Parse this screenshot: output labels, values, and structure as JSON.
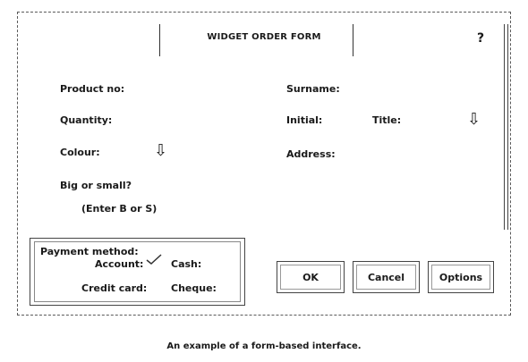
{
  "form": {
    "title": "WIDGET ORDER FORM",
    "help": "?",
    "product_no": "Product no:",
    "quantity": "Quantity:",
    "colour": "Colour:",
    "big_or_small": "Big or small?",
    "big_or_small_hint": "(Enter B or S)",
    "surname": "Surname:",
    "initial": "Initial:",
    "title_field": "Title:",
    "address": "Address:"
  },
  "payment": {
    "label": "Payment method:",
    "account": "Account:",
    "cash": "Cash:",
    "credit_card": "Credit card:",
    "cheque": "Cheque:",
    "selected": "Account"
  },
  "buttons": {
    "ok": "OK",
    "cancel": "Cancel",
    "options": "Options"
  },
  "caption": "An example of a form-based interface.",
  "icons": {
    "dropdown": "down-arrow-icon",
    "check": "check-icon"
  }
}
